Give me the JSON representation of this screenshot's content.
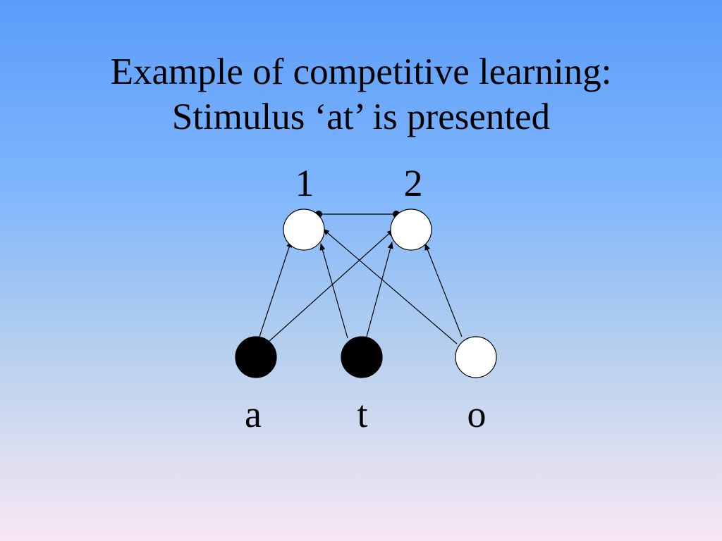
{
  "title": {
    "line1": "Example of competitive learning:",
    "line2": "Stimulus ‘at’ is presented"
  },
  "output_nodes": [
    {
      "label": "1",
      "state": "inactive"
    },
    {
      "label": "2",
      "state": "inactive"
    }
  ],
  "input_nodes": [
    {
      "label": "a",
      "state": "active"
    },
    {
      "label": "t",
      "state": "active"
    },
    {
      "label": "o",
      "state": "inactive"
    }
  ],
  "connections": [
    {
      "from": "a",
      "to": "1"
    },
    {
      "from": "a",
      "to": "2"
    },
    {
      "from": "t",
      "to": "1"
    },
    {
      "from": "t",
      "to": "2"
    },
    {
      "from": "o",
      "to": "1"
    },
    {
      "from": "o",
      "to": "2"
    }
  ],
  "lateral_connection": {
    "between": [
      "1",
      "2"
    ],
    "type": "inhibitory"
  },
  "colors": {
    "background_top": "#5b9cfb",
    "background_bottom": "#f7e6f6",
    "active_node": "#000000",
    "inactive_node": "#ffffff",
    "stroke": "#000000"
  }
}
